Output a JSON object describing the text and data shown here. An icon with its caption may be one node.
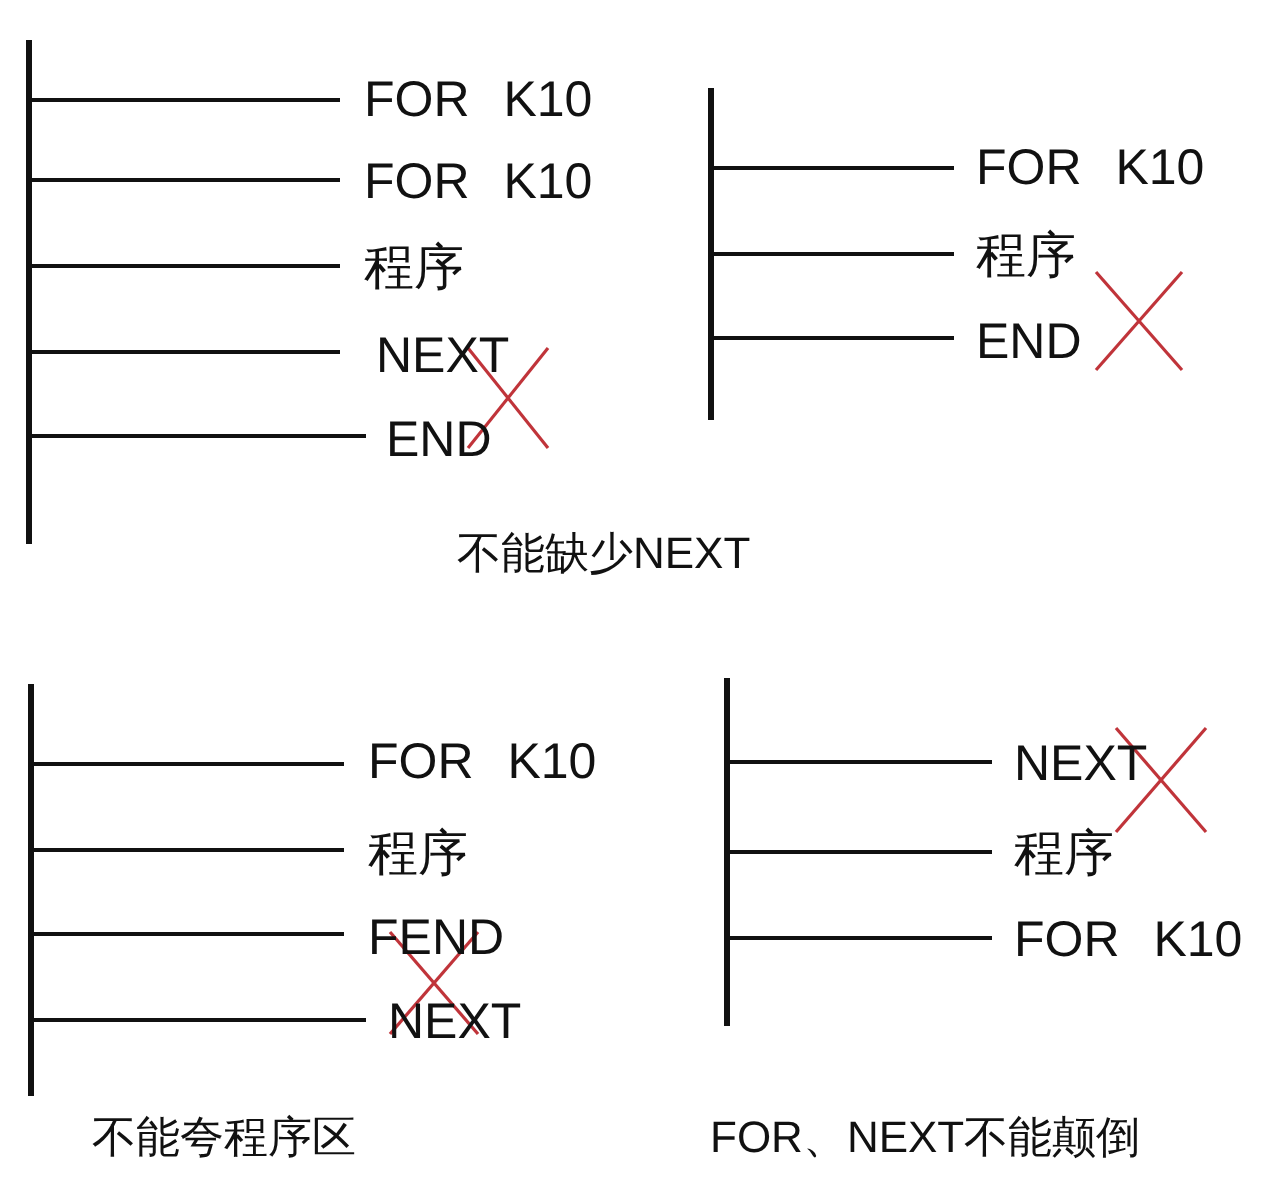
{
  "diagram": {
    "nodes": [
      {
        "text": [],
        "shape": "bar"
      },
      {
        "text": [
          "FOR K10"
        ]
      },
      {
        "text": [
          "FOR K10"
        ]
      },
      {
        "text": [
          "程序"
        ]
      },
      {
        "text": [
          "NEXT"
        ]
      },
      {
        "text": [
          "END"
        ]
      },
      {
        "text": [],
        "shape": "bar"
      },
      {
        "text": [
          "FOR K10"
        ]
      },
      {
        "text": [
          "程序"
        ]
      },
      {
        "text": [
          "END"
        ]
      },
      {
        "text": [],
        "shape": "bar"
      },
      {
        "text": [
          "FOR K10"
        ]
      },
      {
        "text": [
          "程序"
        ]
      },
      {
        "text": [
          "FEND"
        ]
      },
      {
        "text": [
          "NEXT"
        ]
      },
      {
        "text": [],
        "shape": "bar"
      },
      {
        "text": [
          "NEXT"
        ]
      },
      {
        "text": [
          "程序"
        ]
      },
      {
        "text": [
          "FOR K10"
        ]
      }
    ],
    "edges": [
      {
        "from": 0,
        "to": 1,
        "arrow": "none"
      },
      {
        "from": 0,
        "to": 2,
        "arrow": "none"
      },
      {
        "from": 0,
        "to": 3,
        "arrow": "none"
      },
      {
        "from": 0,
        "to": 4,
        "arrow": "none"
      },
      {
        "from": 0,
        "to": 5,
        "arrow": "none"
      },
      {
        "from": 6,
        "to": 7,
        "arrow": "none"
      },
      {
        "from": 6,
        "to": 8,
        "arrow": "none"
      },
      {
        "from": 6,
        "to": 9,
        "arrow": "none"
      },
      {
        "from": 10,
        "to": 11,
        "arrow": "none"
      },
      {
        "from": 10,
        "to": 12,
        "arrow": "none"
      },
      {
        "from": 10,
        "to": 13,
        "arrow": "none"
      },
      {
        "from": 10,
        "to": 14,
        "arrow": "none"
      },
      {
        "from": 15,
        "to": 16,
        "arrow": "none"
      },
      {
        "from": 15,
        "to": 17,
        "arrow": "none"
      },
      {
        "from": 15,
        "to": 18,
        "arrow": "none"
      }
    ],
    "labels": [
      "不能缺少NEXT",
      "不能夸程序区",
      "FOR、NEXT不能颠倒"
    ]
  }
}
